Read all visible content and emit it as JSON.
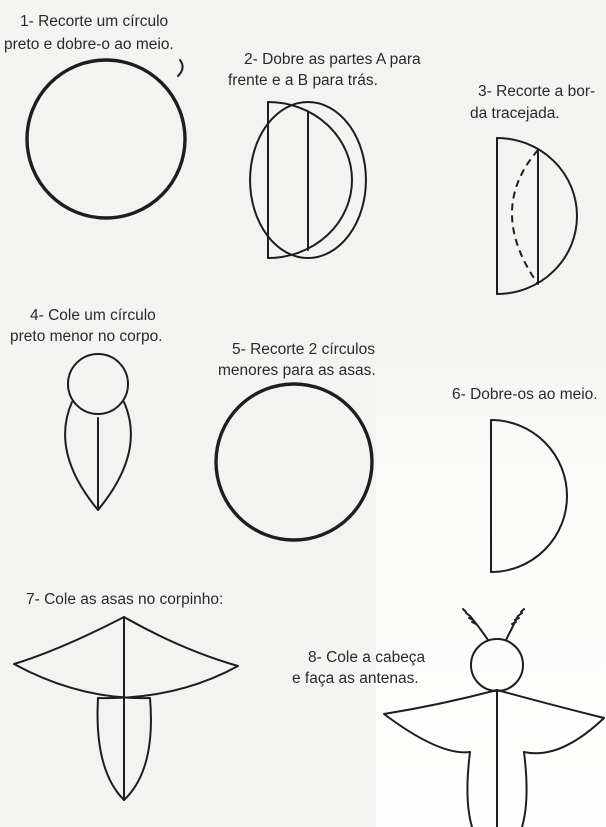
{
  "steps": [
    {
      "line1": "1- Recorte um círculo",
      "line2": "preto e dobre-o ao meio."
    },
    {
      "line1": "2- Dobre as partes A para",
      "line2": "frente e a B para trás."
    },
    {
      "line1": "3- Recorte a bor-",
      "line2": "da tracejada."
    },
    {
      "line1": "4- Cole um círculo",
      "line2": "preto menor no corpo."
    },
    {
      "line1": "5- Recorte 2 círculos",
      "line2": "menores para as asas."
    },
    {
      "line1": "6- Dobre-os ao meio."
    },
    {
      "line1": "7- Cole as asas no corpinho:"
    },
    {
      "line1": "8- Cole a cabeça",
      "line2": "e faça as antenas."
    }
  ],
  "colors": {
    "paper": "#f3f3f1",
    "ink": "#1e1e1e"
  }
}
